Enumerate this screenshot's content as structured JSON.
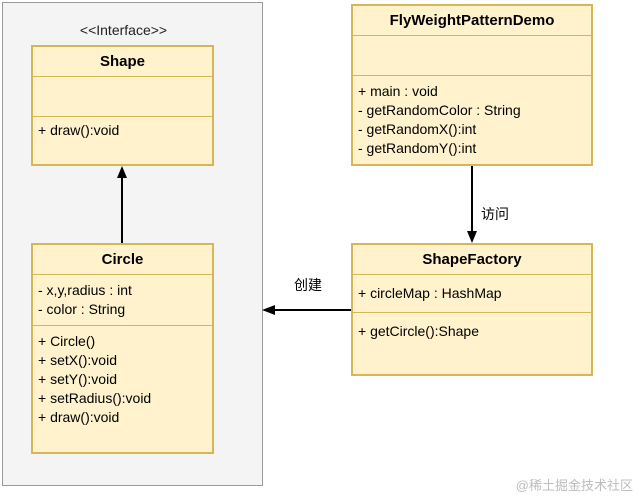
{
  "interface_label": "<<Interface>>",
  "shape": {
    "name": "Shape",
    "attributes": [],
    "methods": [
      "+ draw():void"
    ]
  },
  "circle": {
    "name": "Circle",
    "attributes": [
      "- x,y,radius : int",
      "- color : String"
    ],
    "methods": [
      "+ Circle()",
      "+ setX():void",
      "+ setY():void",
      "+ setRadius():void",
      "+ draw():void"
    ]
  },
  "demo": {
    "name": "FlyWeightPatternDemo",
    "attributes": [],
    "methods": [
      "+ main : void",
      "- getRandomColor : String",
      "- getRandomX():int",
      "- getRandomY():int"
    ]
  },
  "factory": {
    "name": "ShapeFactory",
    "attributes": [
      "+ circleMap : HashMap"
    ],
    "methods": [
      "+ getCircle():Shape"
    ]
  },
  "edges": {
    "visit_label": "访问",
    "create_label": "创建"
  },
  "watermark": "@稀土掘金技术社区"
}
